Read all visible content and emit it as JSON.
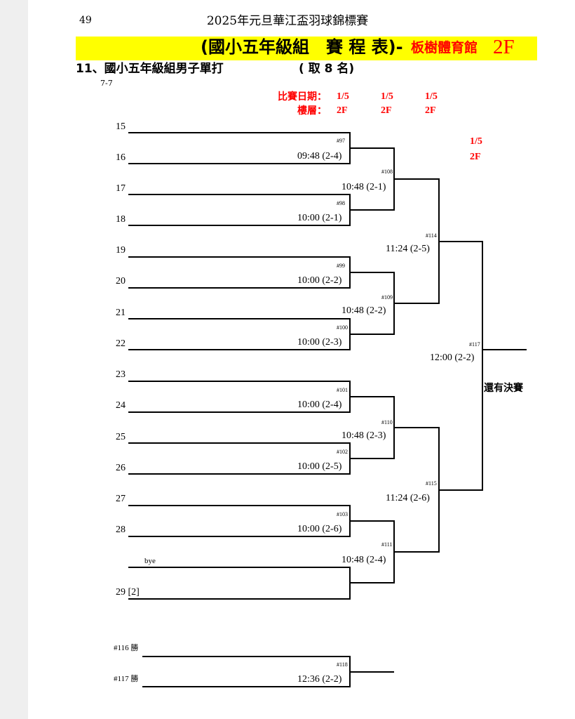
{
  "page_number": "49",
  "tournament_title": "2025年元旦華江盃羽球錦標賽",
  "schedule_title": "(國小五年級組　賽 程 表)-",
  "venue": "板樹體育館",
  "venue_floor": "2F",
  "event_title": "11、國小五年級組男子單打",
  "quota": "( 取 8 名)",
  "page_code": "7-7",
  "date_label": "比賽日期：",
  "floor_label": "樓層：",
  "round_dates": [
    "1/5",
    "1/5",
    "1/5"
  ],
  "round_floors": [
    "2F",
    "2F",
    "2F"
  ],
  "final_round_date": "1/5",
  "final_round_floor": "2F",
  "seeds": [
    "15",
    "16",
    "17",
    "18",
    "19",
    "20",
    "21",
    "22",
    "23",
    "24",
    "25",
    "26",
    "27",
    "28",
    "29 [2]"
  ],
  "bye_label": "bye",
  "matches": {
    "m97": {
      "no": "#97",
      "time": "09:48 (2-4)"
    },
    "m98": {
      "no": "#98",
      "time": "10:00 (2-1)"
    },
    "m99": {
      "no": "#99",
      "time": "10:00 (2-2)"
    },
    "m100": {
      "no": "#100",
      "time": "10:00 (2-3)"
    },
    "m101": {
      "no": "#101",
      "time": "10:00 (2-4)"
    },
    "m102": {
      "no": "#102",
      "time": "10:00 (2-5)"
    },
    "m103": {
      "no": "#103",
      "time": "10:00 (2-6)"
    },
    "m108": {
      "no": "#108",
      "time": "10:48 (2-1)"
    },
    "m109": {
      "no": "#109",
      "time": "10:48 (2-2)"
    },
    "m110": {
      "no": "#110",
      "time": "10:48 (2-3)"
    },
    "m111": {
      "no": "#111",
      "time": "10:48 (2-4)"
    },
    "m114": {
      "no": "#114",
      "time": "11:24 (2-5)"
    },
    "m115": {
      "no": "#115",
      "time": "11:24 (2-6)"
    },
    "m117": {
      "no": "#117",
      "time": "12:00 (2-2)"
    },
    "m118": {
      "no": "#118",
      "time": "12:36 (2-2)"
    }
  },
  "final_note": "還有決賽",
  "playoff": {
    "winner_116": "#116 勝",
    "winner_117": "#117 勝"
  }
}
